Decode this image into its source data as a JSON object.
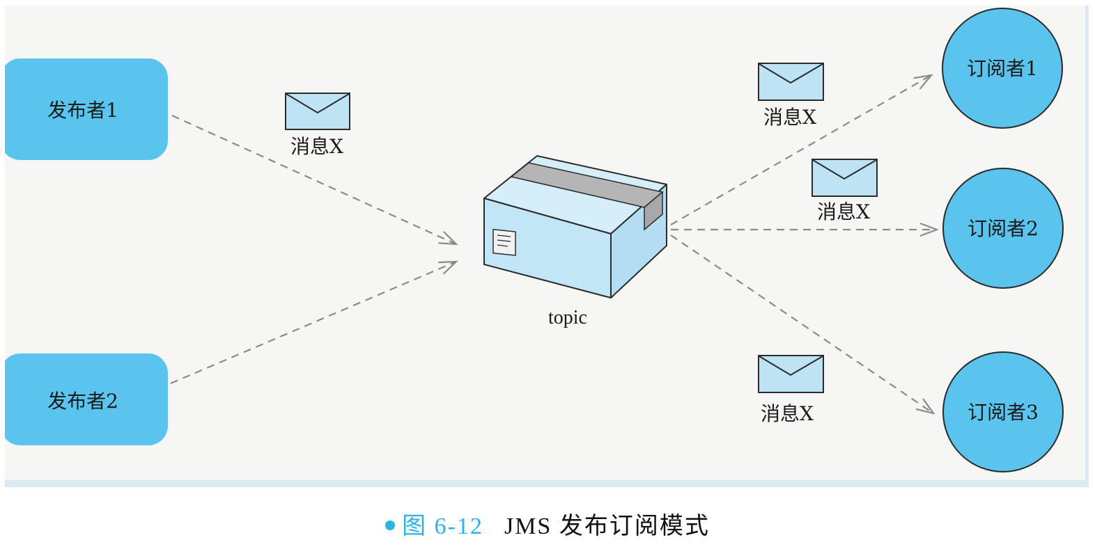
{
  "publishers": [
    {
      "label": "发布者1"
    },
    {
      "label": "发布者2"
    }
  ],
  "subscribers": [
    {
      "label": "订阅者1"
    },
    {
      "label": "订阅者2"
    },
    {
      "label": "订阅者3"
    }
  ],
  "topic": {
    "label": "topic"
  },
  "messages": [
    {
      "label": "消息X"
    },
    {
      "label": "消息X"
    },
    {
      "label": "消息X"
    },
    {
      "label": "消息X"
    }
  ],
  "caption": {
    "number": "图 6-12",
    "title": "JMS 发布订阅模式"
  },
  "colors": {
    "node_fill": "#5bc4ee",
    "node_stroke": "#2a2a2a",
    "envelope_fill": "#bde3f5",
    "box_fill": "#c3e6f6",
    "tape_fill": "#b5b5b5",
    "arrow": "#8a8a8a",
    "accent": "#2ab3e6"
  }
}
